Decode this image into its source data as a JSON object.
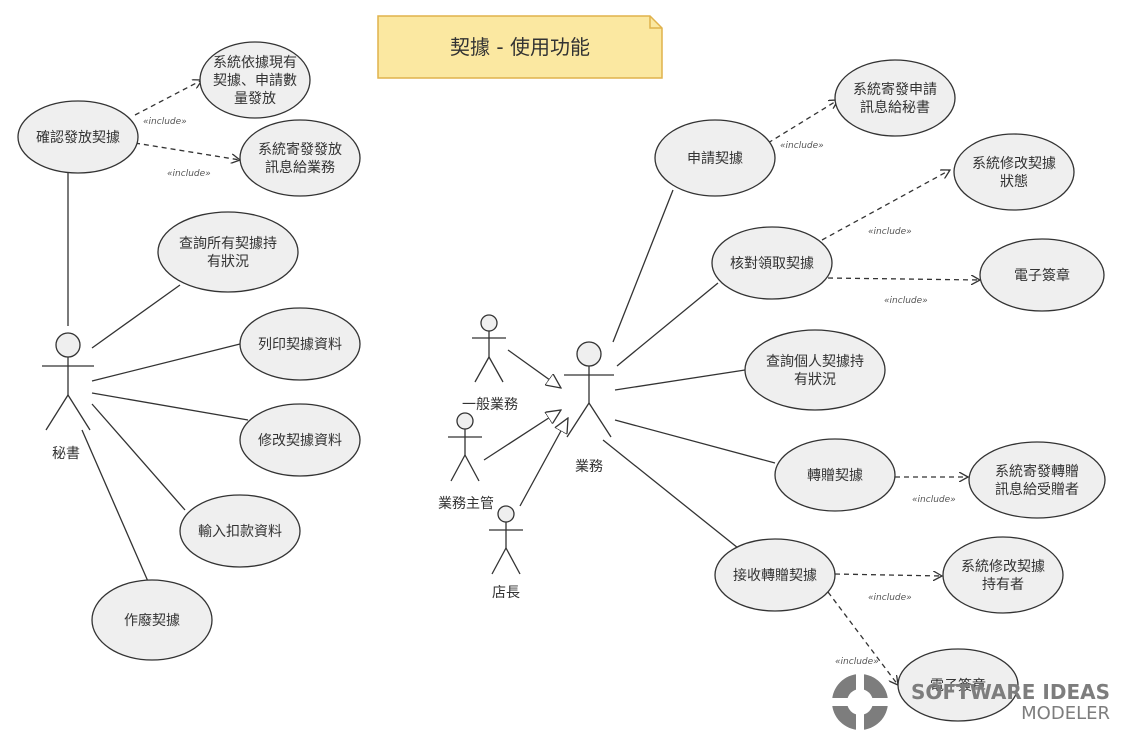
{
  "title": "契據 - 使用功能",
  "include_label": "«include»",
  "colors": {
    "note_fill": "#fbe8a1",
    "note_stroke": "#e0b24c",
    "uc_fill": "#efefef",
    "line": "#333333"
  },
  "actors": {
    "secretary": "秘書",
    "sales": "業務",
    "general_sales": "一般業務",
    "sales_manager": "業務主管",
    "store_manager": "店長"
  },
  "usecases": {
    "confirm_issue": [
      "確認發放契據"
    ],
    "sys_issue_by_stock": [
      "系統依據現有",
      "契據、申請數",
      "量發放"
    ],
    "sys_send_issue_msg": [
      "系統寄發發放",
      "訊息給業務"
    ],
    "query_all": [
      "查詢所有契據持",
      "有狀況"
    ],
    "print_data": [
      "列印契據資料"
    ],
    "modify_data": [
      "修改契據資料"
    ],
    "input_deduct": [
      "輸入扣款資料"
    ],
    "void_deed": [
      "作廢契據"
    ],
    "apply_deed": [
      "申請契據"
    ],
    "sys_send_apply_msg": [
      "系統寄發申請",
      "訊息給秘書"
    ],
    "verify_receive": [
      "核對領取契據"
    ],
    "sys_modify_status": [
      "系統修改契據",
      "狀態"
    ],
    "e_sign_1": [
      "電子簽章"
    ],
    "query_personal": [
      "查詢個人契據持",
      "有狀況"
    ],
    "transfer": [
      "轉贈契據"
    ],
    "sys_send_transfer_msg": [
      "系統寄發轉贈",
      "訊息給受贈者"
    ],
    "receive_transfer": [
      "接收轉贈契據"
    ],
    "sys_modify_holder": [
      "系統修改契據",
      "持有者"
    ],
    "e_sign_2": [
      "電子簽章"
    ]
  },
  "watermark": {
    "line1": "SOFTWARE IDEAS",
    "line2": "MODELER"
  }
}
